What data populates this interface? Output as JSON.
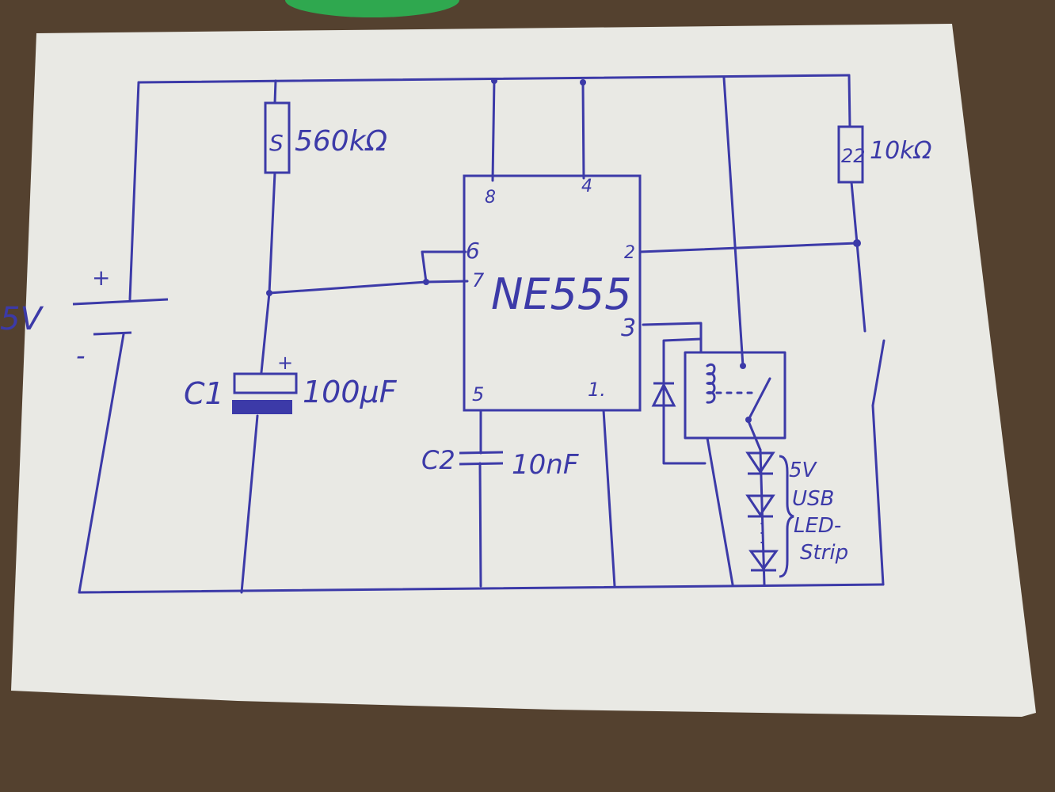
{
  "supply": {
    "voltage": "5V",
    "plus": "+",
    "minus": "-"
  },
  "r1": {
    "value": "560kΩ",
    "body_mark": "S"
  },
  "r2": {
    "value": "10kΩ",
    "body_mark": "22"
  },
  "c1": {
    "name": "C1",
    "value": "100µF",
    "plus": "+"
  },
  "c2": {
    "name": "C2",
    "value": "10nF"
  },
  "ic": {
    "name": "NE555",
    "pins": {
      "p8": "8",
      "p4": "4",
      "p6": "6",
      "p7": "7",
      "p2": "2",
      "p3": "3",
      "p5": "5",
      "p1": "1."
    }
  },
  "led_strip": {
    "line1": "5V",
    "line2": "USB",
    "line3": "LED-",
    "line4": "Strip"
  },
  "colors": {
    "ink": "#3c3aa8",
    "paper": "#ebebe6",
    "table": "#5a4632"
  }
}
